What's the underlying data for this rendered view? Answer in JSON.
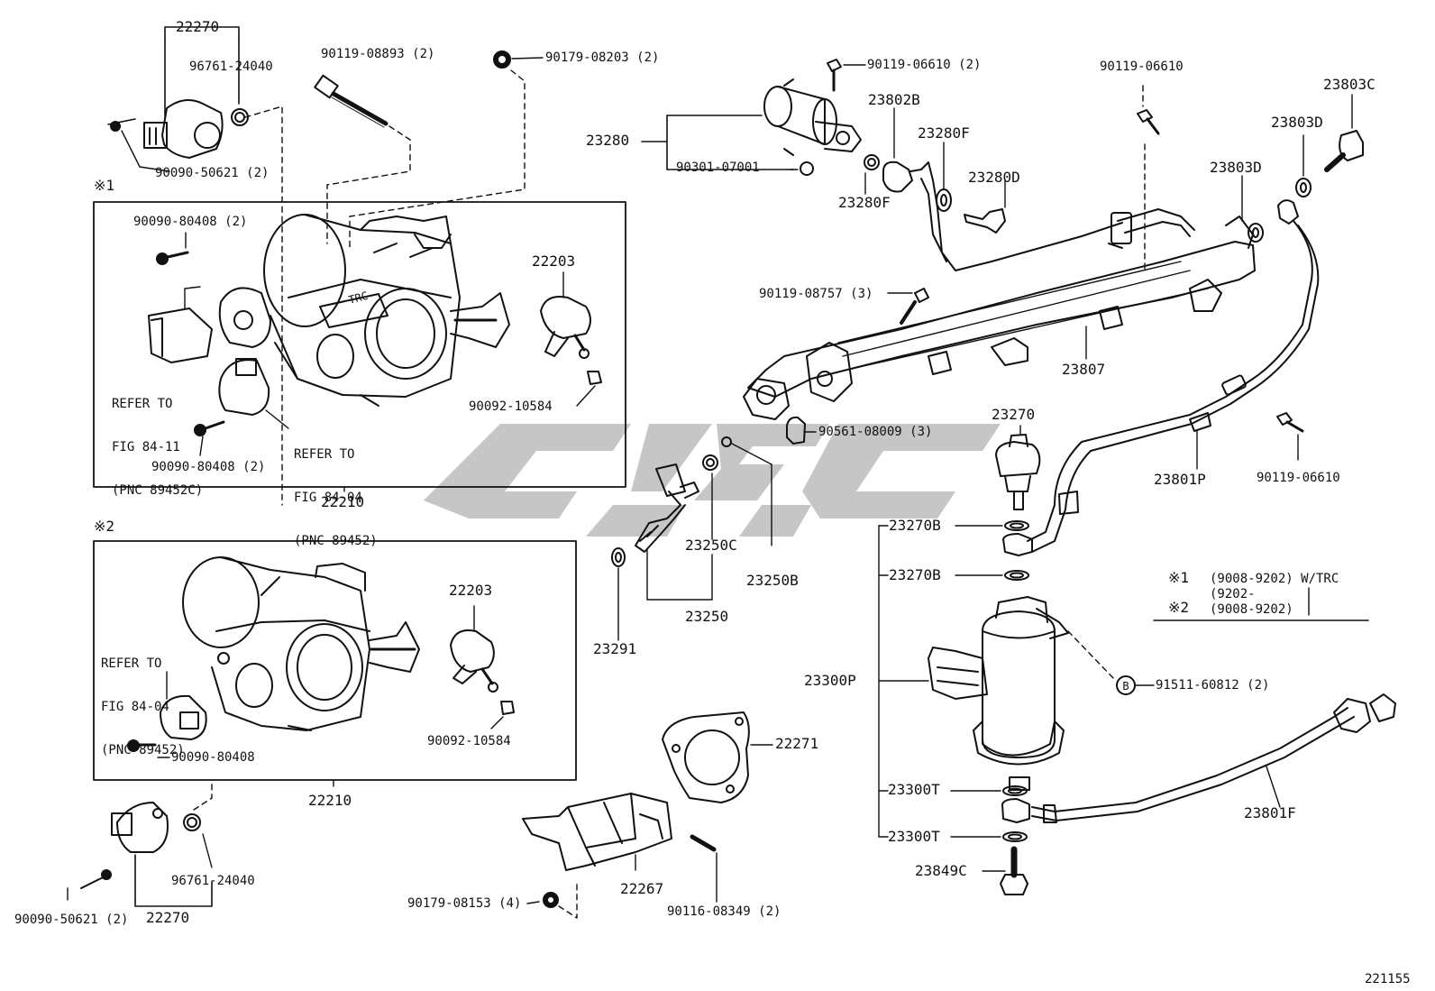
{
  "labels": {
    "l22270_top": "22270",
    "l96761_top": "96761-24040",
    "l90090_50621_top": "90090-50621 (2)",
    "l90119_08893": "90119-08893 (2)",
    "l90179_08203": "90179-08203 (2)",
    "l90090_80408_a": "90090-80408 (2)",
    "l22203_a": "22203",
    "l90092_10584_a": "90092-10584",
    "l90090_80408_b": "90090-80408 (2)",
    "l22210_a": "22210",
    "l22203_b": "22203",
    "l90092_10584_b": "90092-10584",
    "l90090_80408_c": "90090-80408",
    "l22210_b": "22210",
    "l96761_bot": "96761-24040",
    "l90090_50621_bot": "90090-50621 (2)",
    "l22270_bot": "22270",
    "l90179_08153": "90179-08153 (4)",
    "l22267": "22267",
    "l90116_08349": "90116-08349 (2)",
    "l22271": "22271",
    "l90119_06610_a": "90119-06610 (2)",
    "l23280": "23280",
    "l23802B": "23802B",
    "l90301_07001": "90301-07001",
    "l23280F_a": "23280F",
    "l23280D": "23280D",
    "l23280F_b": "23280F",
    "l90119_06610_b": "90119-06610",
    "l23803C": "23803C",
    "l23803D_a": "23803D",
    "l23803D_b": "23803D",
    "l90119_08757": "90119-08757 (3)",
    "l23807": "23807",
    "l90561_08009": "90561-08009 (3)",
    "l23270": "23270",
    "l23801P": "23801P",
    "l90119_06610_c": "90119-06610",
    "l23250C": "23250C",
    "l23250B": "23250B",
    "l23250": "23250",
    "l23291": "23291",
    "l23270B_a": "23270B",
    "l23270B_b": "23270B",
    "l23300P": "23300P",
    "l91511_60812": "91511-60812 (2)",
    "l23300T_a": "23300T",
    "l23300T_b": "23300T",
    "l23849C": "23849C",
    "l23801F": "23801F",
    "l221155": "221155"
  },
  "refer_notes": {
    "a": [
      "REFER TO",
      "FIG 84-11",
      "(PNC 89452C)"
    ],
    "b": [
      "REFER TO",
      "FIG 84-04",
      "(PNC 89452)"
    ],
    "c": [
      "REFER TO",
      "FIG 84-04",
      "(PNC 89452)"
    ]
  },
  "box_marks": {
    "box1": "※1",
    "box2": "※2"
  },
  "legend": {
    "mark1": "※1",
    "row1": "(9008-9202) W/TRC",
    "row1b": "(9202-",
    "mark2": "※2",
    "row2": "(9008-9202)"
  },
  "body_marks": {
    "trc": "TRC",
    "b_bolt": "B"
  },
  "colors": {
    "ink": "#111111",
    "watermark": "#b3b3b3"
  }
}
